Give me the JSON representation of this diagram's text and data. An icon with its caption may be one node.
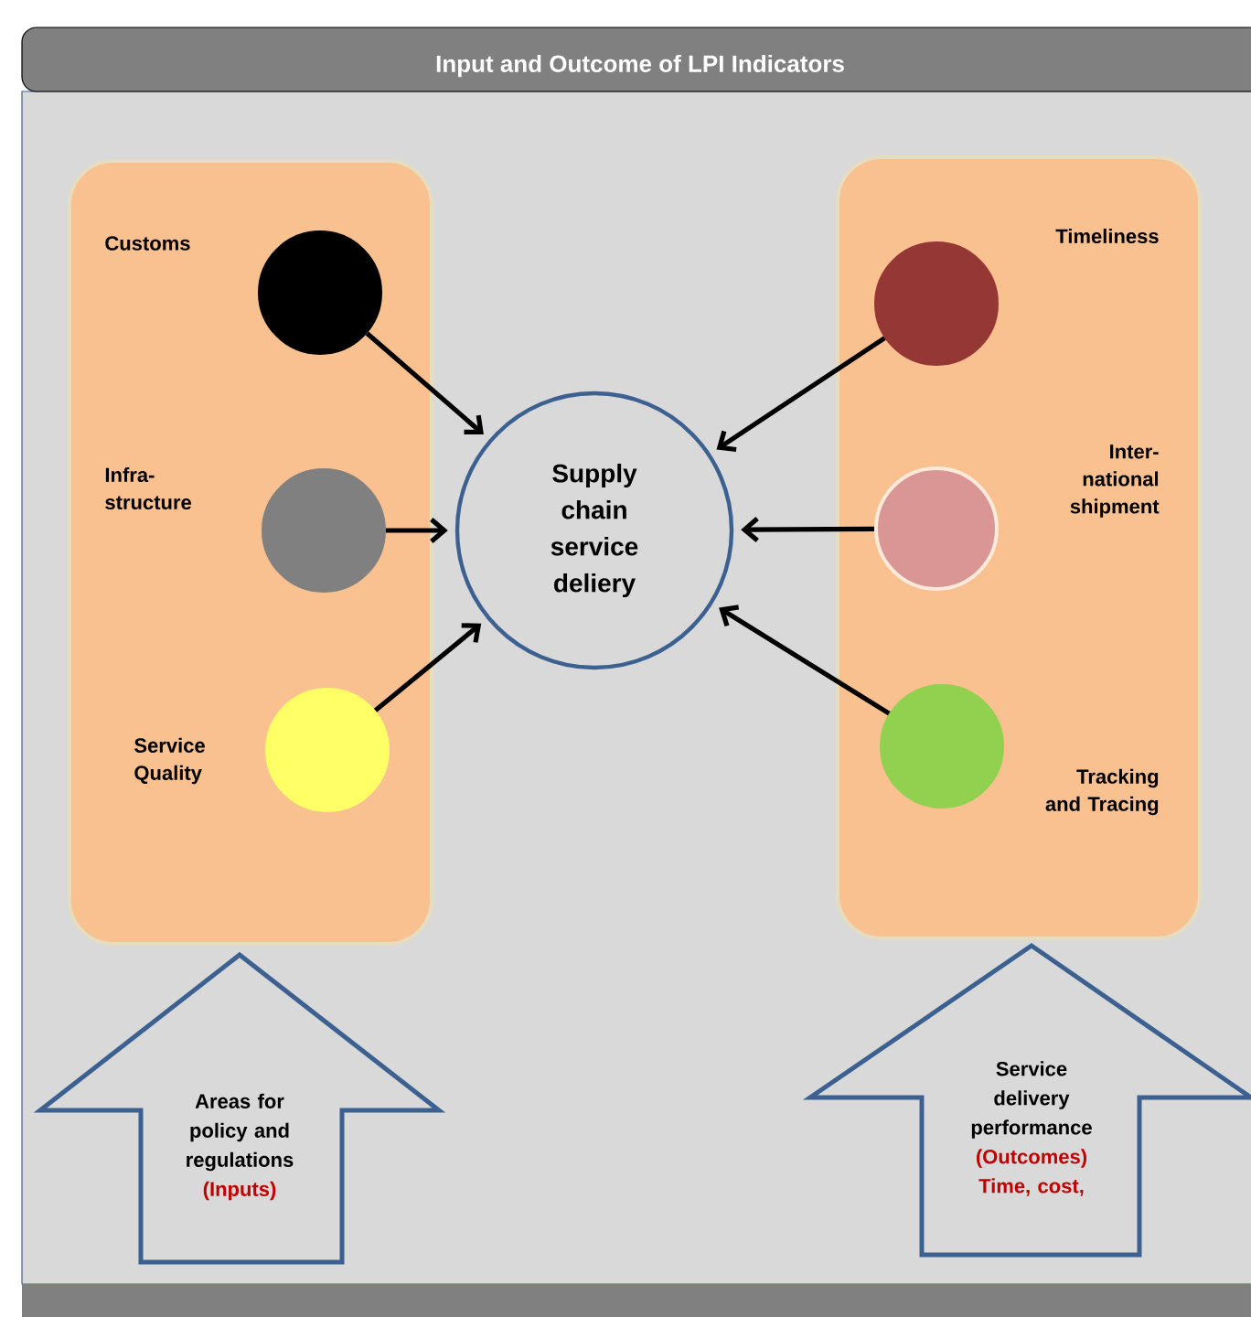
{
  "diagram": {
    "title": "Input and Outcome of LPI Indicators",
    "nodes": [
      {
        "text": [],
        "shape": "box"
      },
      {
        "text": [],
        "shape": "circle",
        "beside": [
          "Customs"
        ],
        "in": 0
      },
      {
        "text": [],
        "shape": "circle",
        "beside": [
          "Infra- structure"
        ],
        "in": 0
      },
      {
        "text": [],
        "shape": "circle",
        "beside": [
          "Service Quality"
        ],
        "in": 0
      },
      {
        "text": [
          "Supply chain service deliery"
        ]
      },
      {
        "text": [],
        "shape": "box"
      },
      {
        "text": [],
        "shape": "circle",
        "beside": [
          "Timeliness"
        ],
        "in": 5
      },
      {
        "text": [],
        "shape": "circle",
        "beside": [
          "Inter- national shipment"
        ],
        "in": 5
      },
      {
        "text": [],
        "shape": "circle",
        "beside": [
          "Tracking and Tracing"
        ],
        "in": 5
      },
      {
        "text": [
          "Areas for policy and regulations",
          "(Inputs)"
        ]
      },
      {
        "text": [
          "Service delivery performance",
          "(Outcomes) Time, cost,"
        ]
      }
    ],
    "edges": [
      {
        "from": 1,
        "to": 4,
        "arrow": "to"
      },
      {
        "from": 2,
        "to": 4,
        "arrow": "to"
      },
      {
        "from": 3,
        "to": 4,
        "arrow": "to"
      },
      {
        "from": 6,
        "to": 4,
        "arrow": "to"
      },
      {
        "from": 7,
        "to": 4,
        "arrow": "to"
      },
      {
        "from": 8,
        "to": 4,
        "arrow": "to"
      }
    ]
  }
}
